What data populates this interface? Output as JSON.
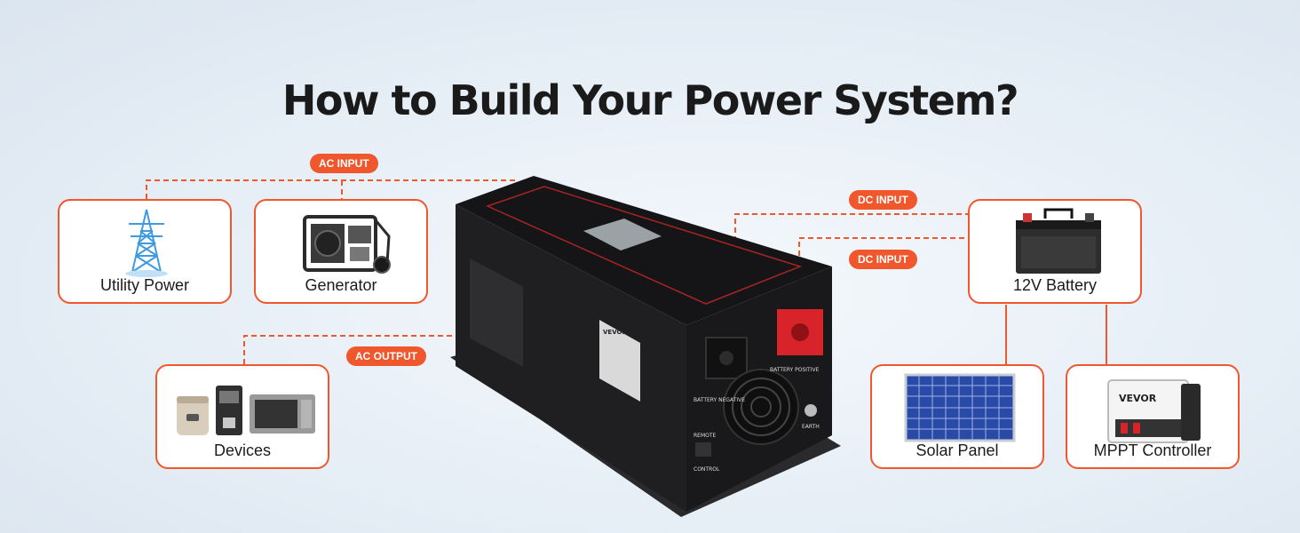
{
  "title": "How to Build Your Power System?",
  "components": {
    "utility_power": "Utility Power",
    "generator": "Generator",
    "devices": "Devices",
    "battery": "12V Battery",
    "solar_panel": "Solar Panel",
    "mppt_controller": "MPPT Controller"
  },
  "connections": {
    "ac_input": "AC INPUT",
    "ac_output": "AC OUTPUT",
    "dc_input_1": "DC INPUT",
    "dc_input_2": "DC INPUT"
  },
  "inverter": {
    "brand": "VEVOR",
    "battery_negative": "BATTERY NEGATIVE",
    "battery_positive": "BATTERY POSITIVE",
    "earth": "EARTH",
    "remote": "REMOTE",
    "control": "CONTROL"
  },
  "colors": {
    "accent": "#f0572d",
    "unit_body": "#1c1c1e",
    "terminal_red": "#d8232a"
  }
}
